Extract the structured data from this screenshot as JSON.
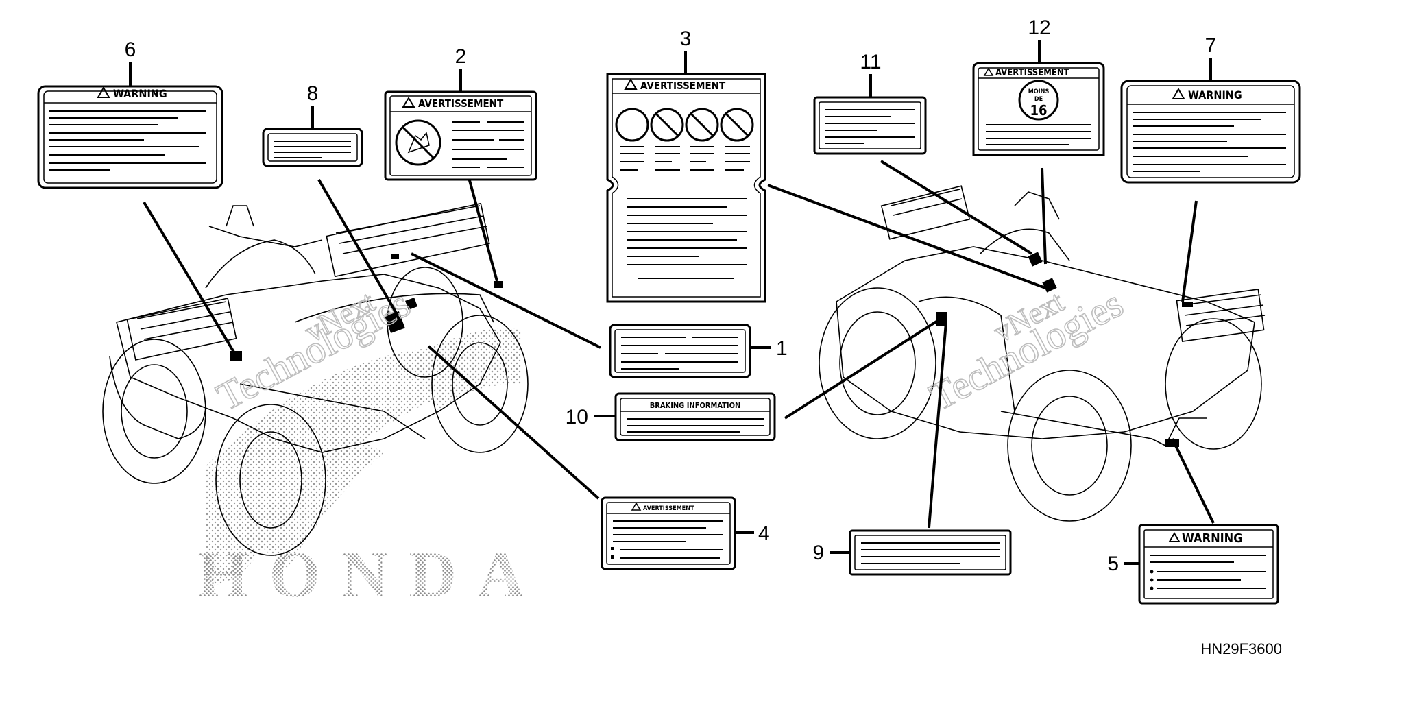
{
  "diagram": {
    "reference_code": "HN29F3600",
    "brand": "HONDA",
    "watermark": [
      "vNext",
      "Technologies"
    ],
    "callouts": [
      "1",
      "2",
      "3",
      "4",
      "5",
      "6",
      "7",
      "8",
      "9",
      "10",
      "11",
      "12"
    ],
    "labels": {
      "warning": "WARNING",
      "avertissement": "AVERTISSEMENT",
      "braking_information": "BRAKING INFORMATION",
      "age_sticker": [
        "MOINS",
        "DE",
        "16"
      ]
    }
  }
}
